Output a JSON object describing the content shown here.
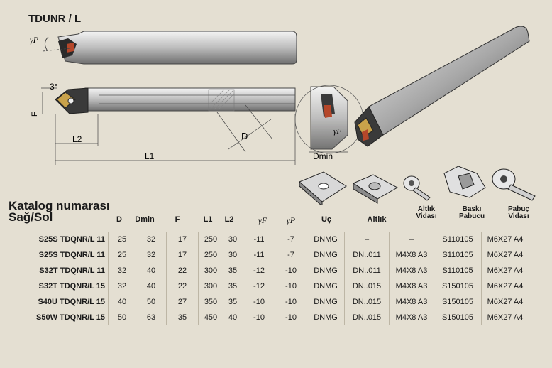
{
  "title": "TDUNR / L",
  "drawing_labels": {
    "gamma_p": "γP",
    "angle": "3°",
    "f": "F",
    "l2": "L2",
    "l1": "L1",
    "d": "D",
    "gamma_f": "γF",
    "dmin": "Dmin"
  },
  "header": {
    "catalog": "Katalog numarası",
    "side": "Sağ/Sol"
  },
  "columns": {
    "d": "D",
    "dmin": "Dmin",
    "f": "F",
    "l1": "L1",
    "l2": "L2",
    "gf": "γF",
    "gp": "γP",
    "insert": "Uç",
    "shim": "Altlık",
    "shim_screw_1": "Altlık",
    "shim_screw_2": "Vidası",
    "clamp_1": "Baskı",
    "clamp_2": "Pabucu",
    "clamp_screw_1": "Pabuç",
    "clamp_screw_2": "Vidası"
  },
  "rows": [
    {
      "code": "S25S TDQNR/L 11",
      "d": "25",
      "dmin": "32",
      "f": "17",
      "l1": "250",
      "l2": "30",
      "gf": "-11",
      "gp": "-7",
      "insert": "DNMG",
      "shim": "–",
      "shim_screw": "–",
      "clamp": "S110105",
      "clamp_screw": "M6X27 A4"
    },
    {
      "code": "S25S TDQNR/L 11",
      "d": "25",
      "dmin": "32",
      "f": "17",
      "l1": "250",
      "l2": "30",
      "gf": "-11",
      "gp": "-7",
      "insert": "DNMG",
      "shim": "DN..011",
      "shim_screw": "M4X8 A3",
      "clamp": "S110105",
      "clamp_screw": "M6X27 A4"
    },
    {
      "code": "S32T TDQNR/L 11",
      "d": "32",
      "dmin": "40",
      "f": "22",
      "l1": "300",
      "l2": "35",
      "gf": "-12",
      "gp": "-10",
      "insert": "DNMG",
      "shim": "DN..011",
      "shim_screw": "M4X8 A3",
      "clamp": "S110105",
      "clamp_screw": "M6X27 A4"
    },
    {
      "code": "S32T TDQNR/L 15",
      "d": "32",
      "dmin": "40",
      "f": "22",
      "l1": "300",
      "l2": "35",
      "gf": "-12",
      "gp": "-10",
      "insert": "DNMG",
      "shim": "DN..015",
      "shim_screw": "M4X8 A3",
      "clamp": "S150105",
      "clamp_screw": "M6X27 A4"
    },
    {
      "code": "S40U TDQNR/L 15",
      "d": "40",
      "dmin": "50",
      "f": "27",
      "l1": "350",
      "l2": "35",
      "gf": "-10",
      "gp": "-10",
      "insert": "DNMG",
      "shim": "DN..015",
      "shim_screw": "M4X8 A3",
      "clamp": "S150105",
      "clamp_screw": "M6X27 A4"
    },
    {
      "code": "S50W TDQNR/L 15",
      "d": "50",
      "dmin": "63",
      "f": "35",
      "l1": "450",
      "l2": "40",
      "gf": "-10",
      "gp": "-10",
      "insert": "DNMG",
      "shim": "DN..015",
      "shim_screw": "M4X8 A3",
      "clamp": "S150105",
      "clamp_screw": "M6X27 A4"
    }
  ]
}
